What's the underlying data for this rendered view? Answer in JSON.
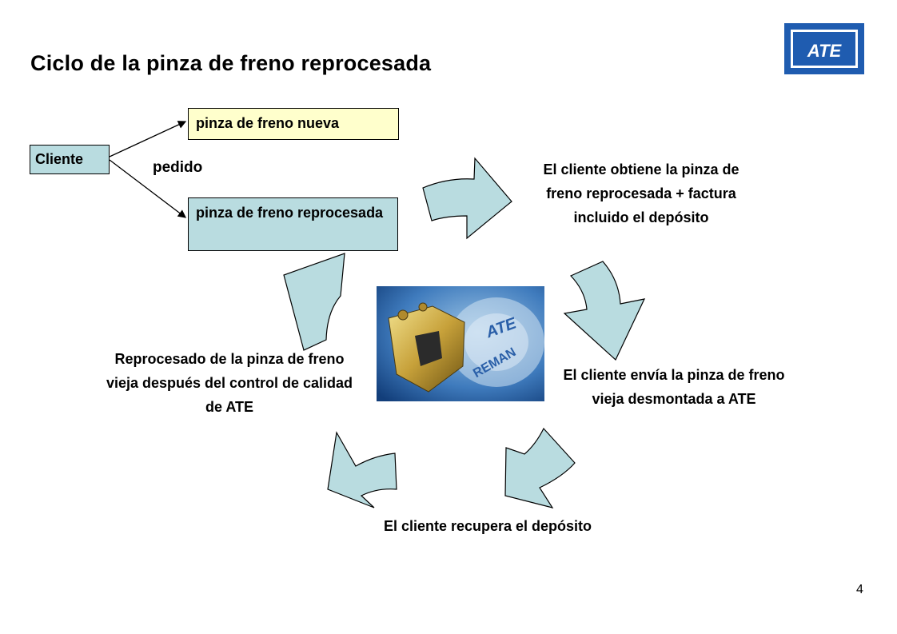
{
  "title": "Ciclo de la pinza de freno reprocesada",
  "logo": {
    "text": "ATE"
  },
  "client_box": "Cliente",
  "new_caliper_box": "pinza de freno nueva",
  "reman_caliper_box": "pinza de freno reprocesada",
  "order_label": "pedido",
  "steps": [
    "El cliente obtiene la pinza de freno reprocesada + factura incluido el depósito",
    "El cliente envía la pinza de freno vieja desmontada a ATE",
    "El cliente recupera el depósito",
    "Reprocesado de la pinza de freno vieja después del control de calidad de ATE"
  ],
  "photo": {
    "brand": "ATE",
    "caption": "REMAN"
  },
  "page_number": "4",
  "colors": {
    "arrow_fill": "#b9dce0",
    "new_box_fill": "#ffffcc",
    "logo_blue": "#1f5cb0"
  }
}
